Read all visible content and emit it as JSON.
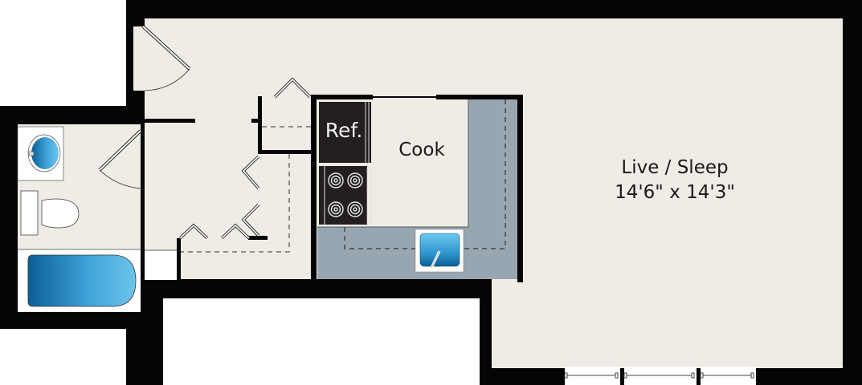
{
  "plan": {
    "type": "studio floor plan",
    "rooms": [
      {
        "id": "live-sleep",
        "name": "Live / Sleep",
        "dimensions": "14'6\" x 14'3\""
      },
      {
        "id": "cook",
        "name": "Cook"
      },
      {
        "id": "bath",
        "name": ""
      },
      {
        "id": "entry",
        "name": ""
      }
    ],
    "appliances": {
      "refrigerator": "Ref.",
      "stove_burners": 4
    },
    "fixtures": [
      "sink-bath",
      "toilet",
      "bathtub",
      "kitchen-sink"
    ],
    "windows": 3,
    "colors": {
      "wall": "#050505",
      "floor": "#eeece5",
      "counter": "#98a6b1",
      "appliance": "#231f1f",
      "water": "#3a9fd6",
      "fixture_bg": "#ffffff"
    }
  }
}
